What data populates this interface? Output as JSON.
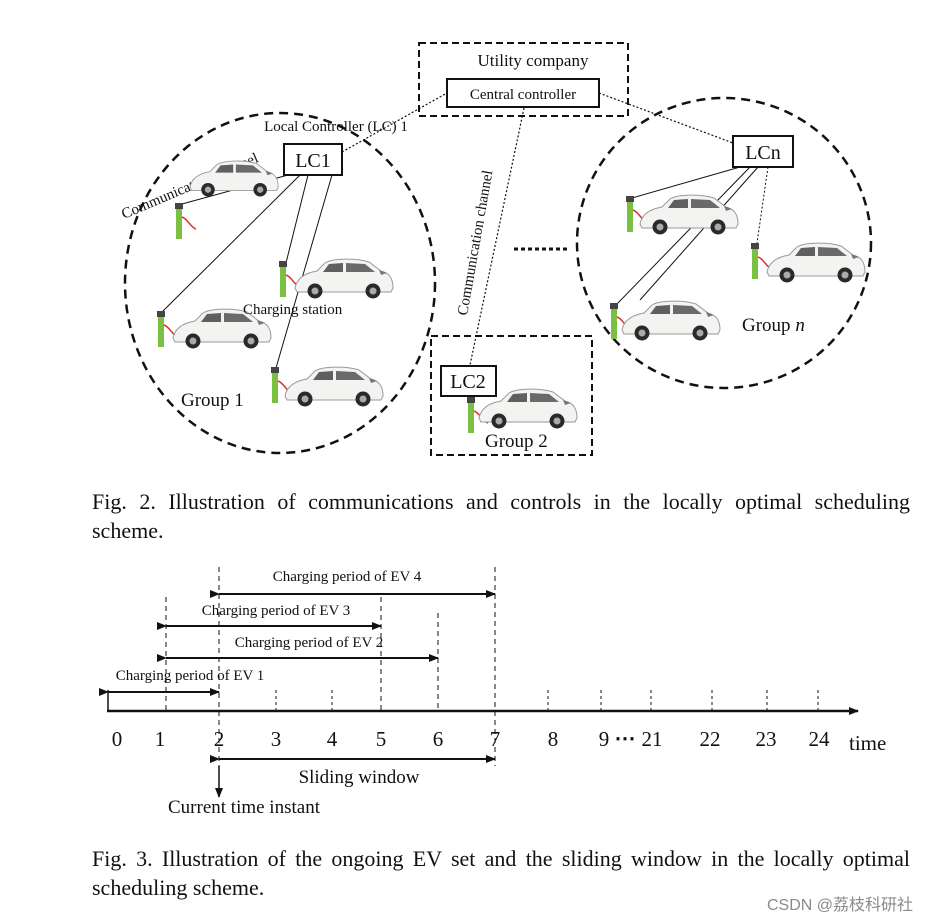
{
  "fig2": {
    "utility_company": "Utility company",
    "central_controller": "Central controller",
    "lc1_caption": "Local Controller (LC) 1",
    "lc1": "LC1",
    "lcn": "LCn",
    "lc2": "LC2",
    "comm_channel_left": "Communication channel",
    "comm_channel_mid": "Communication channel",
    "charging_station": "Charging station",
    "group1": "Group 1",
    "group2": "Group 2",
    "groupn_prefix": "Group ",
    "groupn_suffix": "n",
    "dots": "……"
  },
  "fig2_caption": "Fig. 2.  Illustration of communications and controls in the locally optimal scheduling scheme.",
  "fig3": {
    "ev4": "Charging period of EV 4",
    "ev3": "Charging period of EV 3",
    "ev2": "Charging period of EV 2",
    "ev1": "Charging period of EV 1",
    "ticks": [
      "0",
      "1",
      "2",
      "3",
      "4",
      "5",
      "6",
      "7",
      "8",
      "9",
      "21",
      "22",
      "23",
      "24"
    ],
    "ellipsis": "⋯",
    "axis_label": "time",
    "sliding_window": "Sliding window",
    "current_time": "Current time instant"
  },
  "fig3_caption": "Fig. 3.  Illustration of the ongoing EV set and the sliding window in the locally optimal scheduling scheme.",
  "watermark": "CSDN @荔枝科研社"
}
